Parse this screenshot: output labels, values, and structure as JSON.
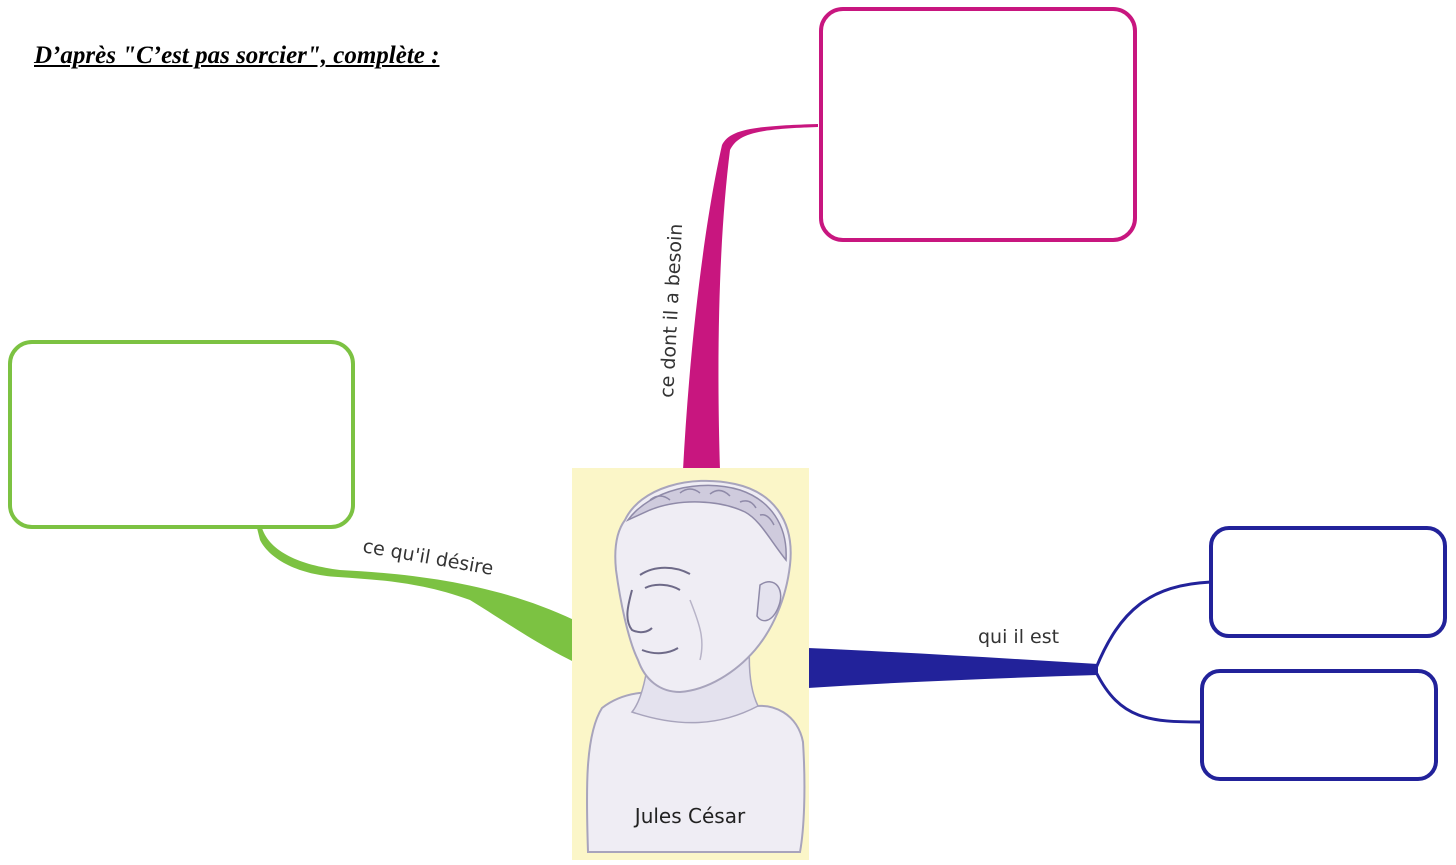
{
  "heading": "D’après \"C’est pas sorcier\", complète :",
  "center": {
    "caption": "Jules César",
    "image_icon": "bust-portrait-icon"
  },
  "branches": [
    {
      "label": "ce dont il a besoin",
      "color": "#c8167f",
      "answer_boxes": 1
    },
    {
      "label": "ce qu'il désire",
      "color": "#7cc242",
      "answer_boxes": 1
    },
    {
      "label": "qui il est",
      "color": "#22229a",
      "answer_boxes": 2
    }
  ],
  "colors": {
    "portrait_background": "#fbf6c8",
    "bust": "#efedf4",
    "bust_shadow": "#a8a4bc"
  }
}
